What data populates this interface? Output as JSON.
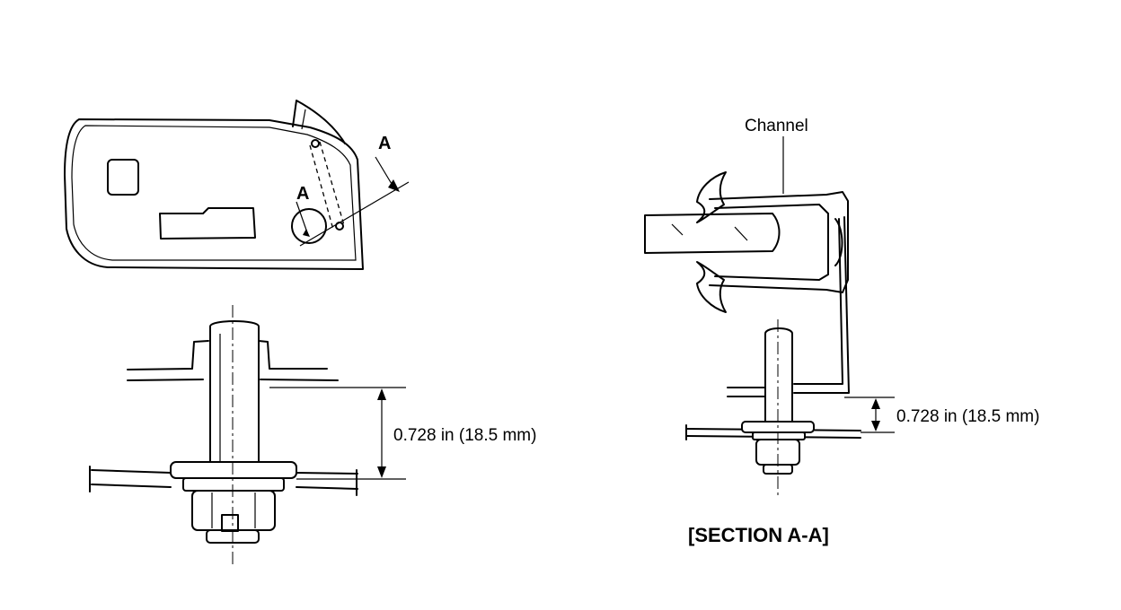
{
  "top_view": {
    "section_mark_arrow": "A",
    "detail_mark": "A"
  },
  "left_detail": {
    "dimension": "0.728 in (18.5 mm)"
  },
  "section_view": {
    "channel_label": "Channel",
    "dimension": "0.728 in (18.5 mm)",
    "title": "[SECTION A-A]"
  }
}
